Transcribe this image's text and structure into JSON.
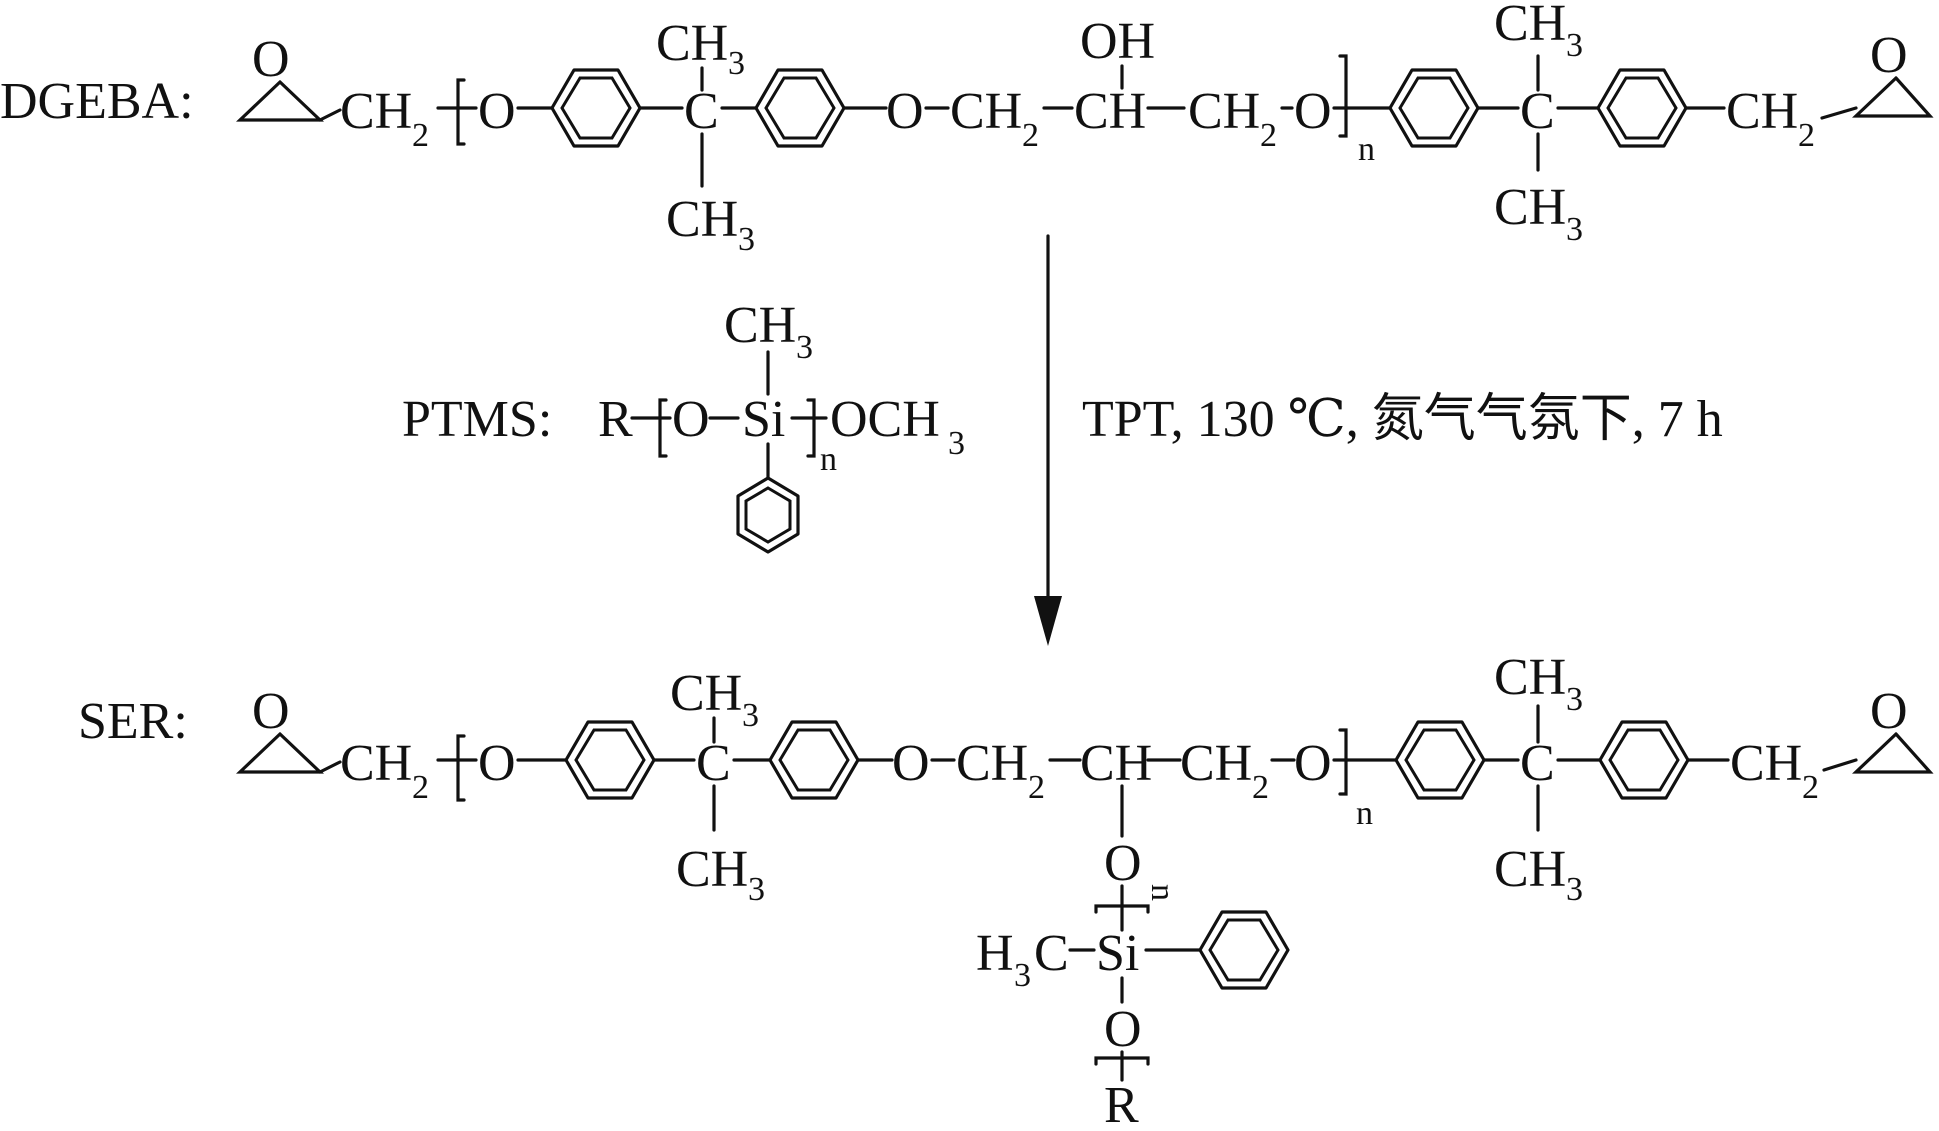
{
  "labels": {
    "dgeba": "DGEBA:",
    "ptms": "PTMS:",
    "ser": "SER:"
  },
  "conditions": "TPT, 130 ℃, 氮气气氛下, 7 h",
  "atoms": {
    "O": "O",
    "OH": "OH",
    "CH": "CH",
    "C": "C",
    "R": "R",
    "Si": "Si",
    "n": "n",
    "CH2_main": "CH",
    "CH2_sub": "2",
    "CH3_main": "CH",
    "CH3_sub": "3",
    "OCH3_main": "OCH",
    "H3C_H": "H",
    "H3C_C": "C"
  }
}
